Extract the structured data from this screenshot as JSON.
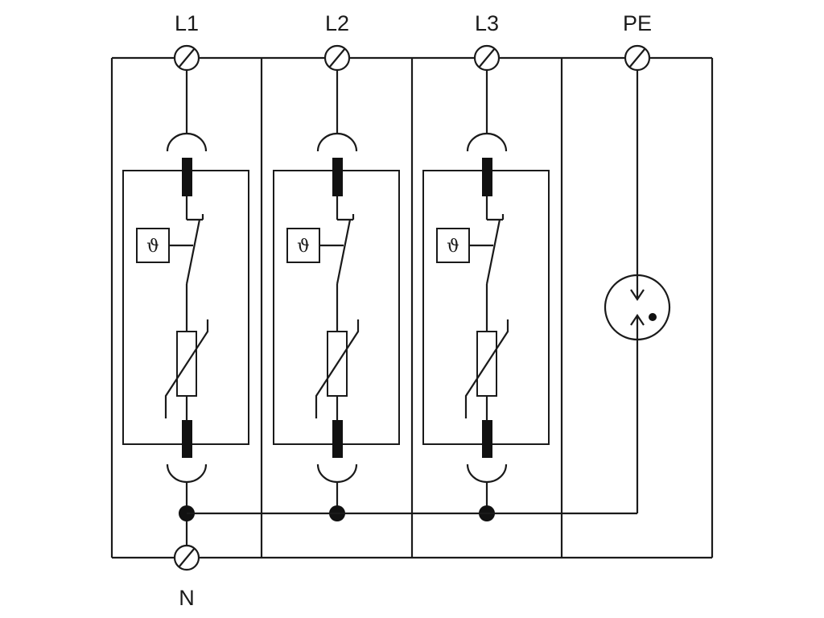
{
  "terminals": {
    "top": [
      "L1",
      "L2",
      "L3",
      "PE"
    ],
    "bottom": "N"
  },
  "modules": [
    {
      "label": "L1",
      "thermal_symbol": "ϑ"
    },
    {
      "label": "L2",
      "thermal_symbol": "ϑ"
    },
    {
      "label": "L3",
      "thermal_symbol": "ϑ"
    }
  ],
  "components": {
    "module_elements": [
      "thermal disconnector",
      "switch",
      "varistor",
      "fuse contacts"
    ],
    "pe_element": "spark gap"
  }
}
